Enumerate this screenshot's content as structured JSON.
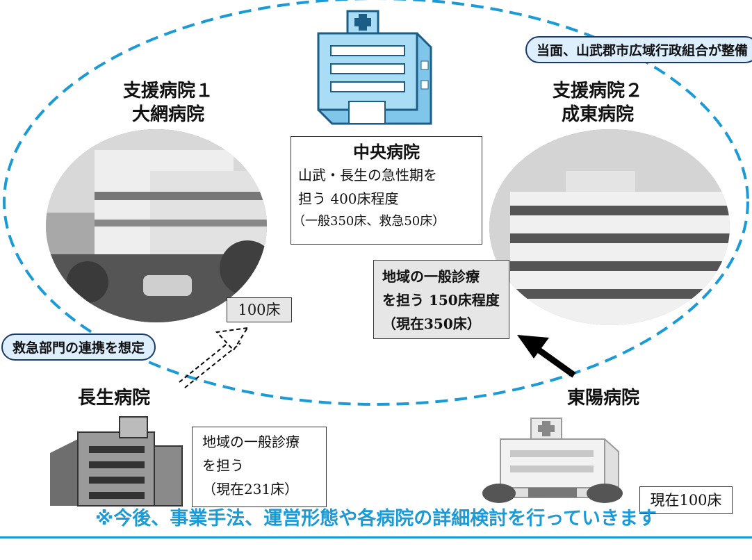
{
  "pill_top": "当面、山武郡市広域行政組合が整備",
  "pill_left": "救急部門の連携を想定",
  "support1": {
    "line1": "支援病院１",
    "line2": "大網病院"
  },
  "support2": {
    "line1": "支援病院２",
    "line2": "成東病院"
  },
  "central": {
    "title": "中央病院",
    "line1": "山武・長生の急性期を",
    "line2": "担う 400床程度",
    "line3": "（一般350床、救急50床）"
  },
  "oami_beds": "100床",
  "naruto_box": {
    "line1": "地域の一般診療",
    "line2": "を担う 150床程度",
    "line3": "（現在350床）"
  },
  "chosei": {
    "name": "長生病院",
    "line1": "地域の一般診療",
    "line2": "を担う",
    "line3": "（現在231床）"
  },
  "toyo": {
    "name": "東陽病院",
    "beds": "現在100床"
  },
  "footer": "※今後、事業手法、運営形態や各病院の詳細検討を行っていきます",
  "colors": {
    "accent_blue": "#1a9bd7",
    "pill_fill": "#ddeeff",
    "grey_box": "#e6e6e6"
  }
}
